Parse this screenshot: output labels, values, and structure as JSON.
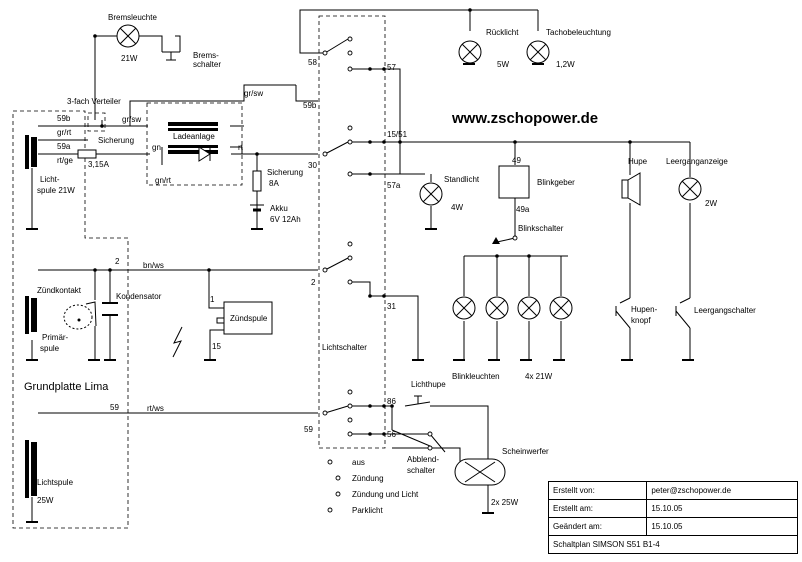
{
  "website": "www.zschopower.de",
  "components": {
    "bremsleuchte": "Bremsleuchte",
    "bremsleuchte_power": "21W",
    "bremsschalter_1": "Brems-",
    "bremsschalter_2": "schalter",
    "verteiler": "3-fach Verteiler",
    "ladeanlage": "Ladeanlage",
    "sicherung_small": "Sicherung",
    "sicherung_small_val": "3,15A",
    "sicherung_main": "Sicherung",
    "sicherung_main_val": "8A",
    "akku": "Akku",
    "akku_val": "6V 12Ah",
    "lichtspule_top_1": "Licht-",
    "lichtspule_top_2": "spule 21W",
    "zuendkontakt": "Zündkontakt",
    "kondensator": "Kondensator",
    "primaerspule_1": "Primär-",
    "primaerspule_2": "spule",
    "zuendspule": "Zündspule",
    "grundplatte": "Grundplatte Lima",
    "lichtspule_bottom": "Lichtspule",
    "lichtspule_bottom_power": "25W",
    "ruecklicht": "Rücklicht",
    "ruecklicht_power": "5W",
    "tacho": "Tachobeleuchtung",
    "tacho_power": "1,2W",
    "standlicht": "Standlicht",
    "standlicht_power": "4W",
    "blinkgeber": "Blinkgeber",
    "blinkschalter": "Blinkschalter",
    "blinkleuchten": "Blinkleuchten",
    "blinkleuchten_power": "4x 21W",
    "hupe": "Hupe",
    "hupenknopf_1": "Hupen-",
    "hupenknopf_2": "knopf",
    "leerganganzeige": "Leerganganzeige",
    "leerganganzeige_power": "2W",
    "leergangschalter": "Leergangschalter",
    "lichtschalter": "Lichtschalter",
    "lichthupe": "Lichthupe",
    "abblend_1": "Abblend-",
    "abblend_2": "schalter",
    "scheinwerfer": "Scheinwerfer",
    "scheinwerfer_power": "2x 25W"
  },
  "terminals": {
    "t59b_left": "59b",
    "t59a": "59a",
    "t59b": "59b",
    "t58": "58",
    "t57": "57",
    "t1551": "15/51",
    "t30": "30",
    "t57a": "57a",
    "t49": "49",
    "t49a": "49a",
    "t2_left": "2",
    "t2": "2",
    "t1": "1",
    "t15": "15",
    "t31": "31",
    "t59_left": "59",
    "t59": "59",
    "t56": "56",
    "t86": "86"
  },
  "wire_colors": {
    "grrt": "gr/rt",
    "rtge": "rt/ge",
    "grsw_top": "gr/sw",
    "grsw": "gr/sw",
    "gn": "gn",
    "gnrt": "gn/rt",
    "rt": "rt",
    "bnws": "bn/ws",
    "rtws": "rt/ws"
  },
  "legend": {
    "aus": "aus",
    "zuendung": "Zündung",
    "zuendung_licht": "Zündung und Licht",
    "parklicht": "Parklicht"
  },
  "info": {
    "erstellt_von_label": "Erstellt von:",
    "erstellt_von": "peter@zschopower.de",
    "erstellt_am_label": "Erstellt am:",
    "erstellt_am": "15.10.05",
    "geaendert_label": "Geändert am:",
    "geaendert": "15.10.05",
    "title": "Schaltplan SIMSON S51 B1-4"
  }
}
